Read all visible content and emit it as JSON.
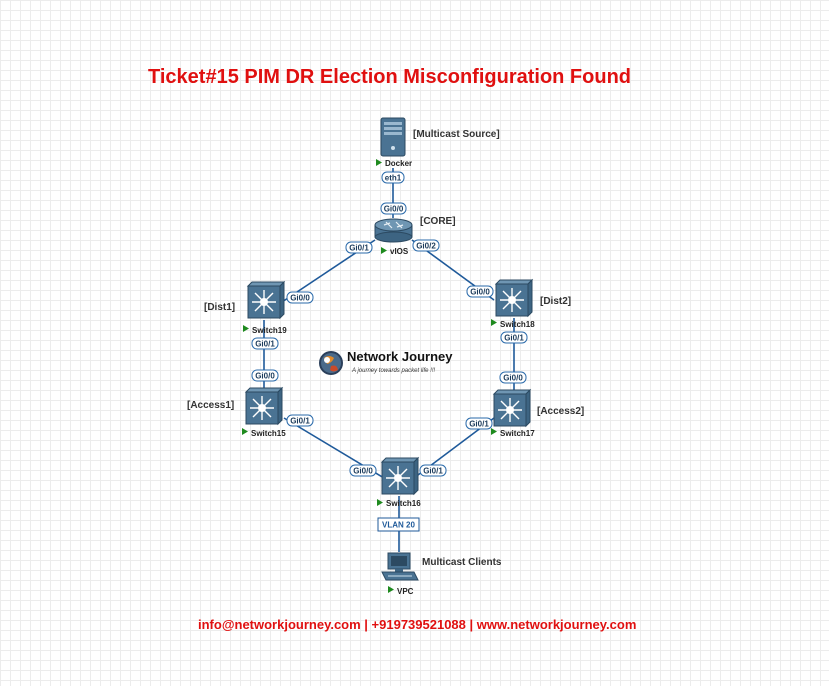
{
  "title": "Ticket#15 PIM DR Election Misconfiguration Found",
  "footer": "info@networkjourney.com | +919739521088 | www.networkjourney.com",
  "brand": {
    "name": "Network Journey",
    "tagline": "A journey towards packet life !!!"
  },
  "colors": {
    "title": "#e01010",
    "link": "#1f5a9a",
    "running": "#1e8a1e",
    "device": "#4a7393"
  },
  "nodes": {
    "docker": {
      "name": "Docker",
      "role": "[Multicast Source]",
      "icon": "server-icon"
    },
    "vios": {
      "name": "vIOS",
      "role": "[CORE]",
      "icon": "router-icon"
    },
    "switch19": {
      "name": "Switch19",
      "role": "[Dist1]",
      "icon": "l3-switch-icon"
    },
    "switch18": {
      "name": "Switch18",
      "role": "[Dist2]",
      "icon": "l3-switch-icon"
    },
    "switch15": {
      "name": "Switch15",
      "role": "[Access1]",
      "icon": "l3-switch-icon"
    },
    "switch17": {
      "name": "Switch17",
      "role": "[Access2]",
      "icon": "l3-switch-icon"
    },
    "switch16": {
      "name": "Switch16",
      "role": "",
      "icon": "l3-switch-icon"
    },
    "vpc": {
      "name": "VPC",
      "role": "Multicast Clients",
      "icon": "pc-icon"
    }
  },
  "interfaces": {
    "docker_eth1": "eth1",
    "vios_gi00": "Gi0/0",
    "vios_gi01": "Gi0/1",
    "vios_gi02": "Gi0/2",
    "sw19_gi00": "Gi0/0",
    "sw19_gi01": "Gi0/1",
    "sw18_gi00": "Gi0/0",
    "sw18_gi01": "Gi0/1",
    "sw15_gi00": "Gi0/0",
    "sw15_gi01": "Gi0/1",
    "sw17_gi00": "Gi0/0",
    "sw17_gi01": "Gi0/1",
    "sw16_gi00": "Gi0/0",
    "sw16_gi01": "Gi0/1"
  },
  "vlan_label": "VLAN 20"
}
